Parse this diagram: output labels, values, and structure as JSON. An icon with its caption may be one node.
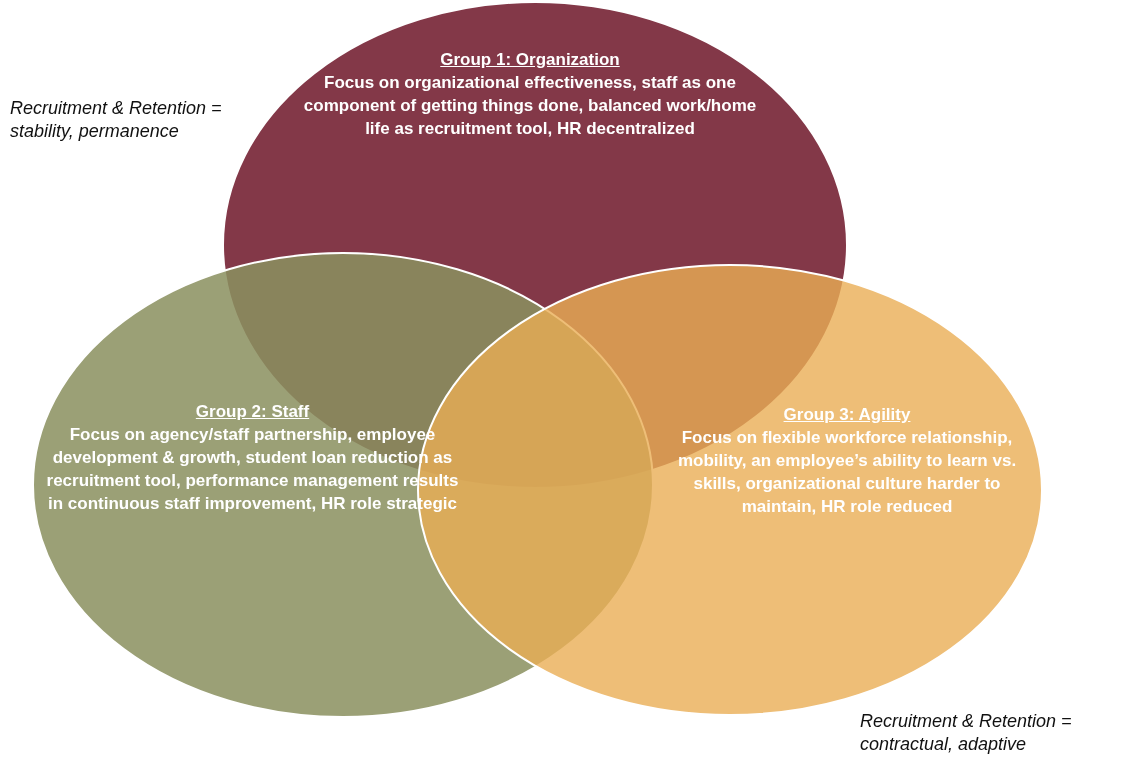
{
  "diagram": {
    "nodes": [
      {
        "text": [
          "Group 1: Organization",
          "Focus on organizational effectiveness, staff as one component of getting things done, balanced work/home life as recruitment tool, HR decentralized"
        ]
      },
      {
        "text": [
          "Group 2: Staff",
          "Focus on agency/staff partnership, employee development & growth, student loan reduction as recruitment tool, performance management results in continuous staff improvement, HR role strategic"
        ]
      },
      {
        "text": [
          "Group 3: Agility",
          "Focus on flexible workforce relationship, mobility, an employee’s ability to learn vs. skills, organizational culture harder to maintain, HR role reduced"
        ]
      }
    ],
    "edges": [],
    "labels": [
      "Recruitment & Retention = stability, permanence",
      "Recruitment & Retention = contractual, adaptive"
    ]
  }
}
